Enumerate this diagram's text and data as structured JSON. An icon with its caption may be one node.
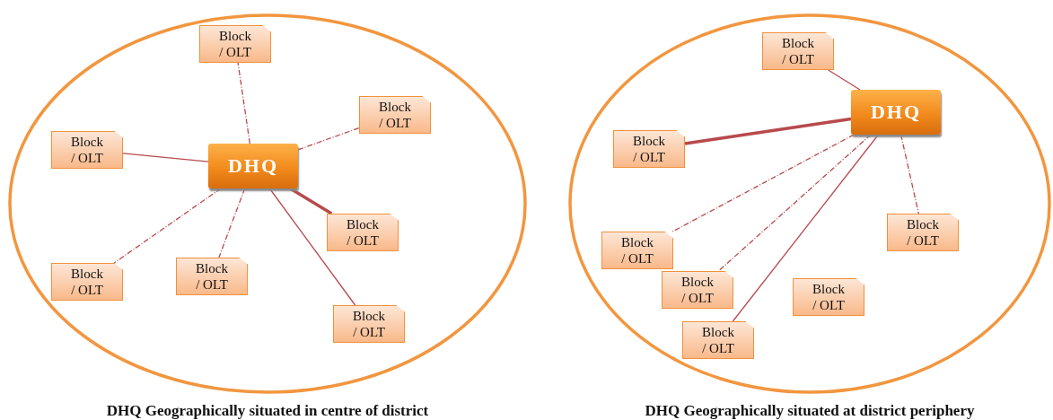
{
  "diagram": {
    "nodes": [
      {
        "text": [
          "DHQ Geographically situated in centre of district"
        ]
      },
      {
        "text": [
          "DHQ"
        ],
        "in": 0
      },
      {
        "text": [
          "Block / OLT"
        ],
        "in": 0
      },
      {
        "text": [
          "Block / OLT"
        ],
        "in": 0
      },
      {
        "text": [
          "Block / OLT"
        ],
        "in": 0
      },
      {
        "text": [
          "Block / OLT"
        ],
        "in": 0
      },
      {
        "text": [
          "Block / OLT"
        ],
        "in": 0
      },
      {
        "text": [
          "Block / OLT"
        ],
        "in": 0
      },
      {
        "text": [
          "Block / OLT"
        ],
        "in": 0
      },
      {
        "text": [
          "DHQ Geographically situated at district periphery"
        ]
      },
      {
        "text": [
          "DHQ"
        ],
        "in": 9
      },
      {
        "text": [
          "Block / OLT"
        ],
        "in": 9
      },
      {
        "text": [
          "Block / OLT"
        ],
        "in": 9
      },
      {
        "text": [
          "Block / OLT"
        ],
        "in": 9
      },
      {
        "text": [
          "Block / OLT"
        ],
        "in": 9
      },
      {
        "text": [
          "Block / OLT"
        ],
        "in": 9
      },
      {
        "text": [
          "Block / OLT"
        ],
        "in": 9
      },
      {
        "text": [
          "Block / OLT"
        ],
        "in": 9
      }
    ],
    "edges": [
      {
        "from": 1,
        "to": 2,
        "arrow": "none",
        "style": "dashed"
      },
      {
        "from": 1,
        "to": 3,
        "arrow": "none",
        "style": "dashed"
      },
      {
        "from": 1,
        "to": 4,
        "arrow": "none"
      },
      {
        "from": 1,
        "to": 5,
        "arrow": "none",
        "style": "thick"
      },
      {
        "from": 1,
        "to": 6,
        "arrow": "none",
        "style": "dashed"
      },
      {
        "from": 1,
        "to": 7,
        "arrow": "none",
        "style": "dashed"
      },
      {
        "from": 1,
        "to": 8,
        "arrow": "none"
      },
      {
        "from": 10,
        "to": 11,
        "arrow": "none"
      },
      {
        "from": 10,
        "to": 12,
        "arrow": "none",
        "style": "thick"
      },
      {
        "from": 10,
        "to": 13,
        "arrow": "none",
        "style": "dashed"
      },
      {
        "from": 10,
        "to": 14,
        "arrow": "none",
        "style": "dashed"
      },
      {
        "from": 10,
        "to": 15,
        "arrow": "none",
        "style": "dashed"
      },
      {
        "from": 10,
        "to": 17,
        "arrow": "none"
      }
    ]
  }
}
